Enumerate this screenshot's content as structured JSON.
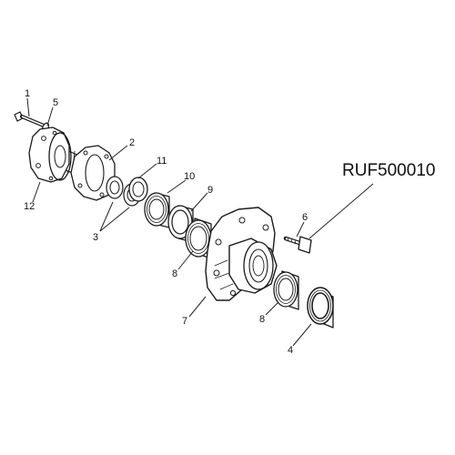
{
  "diagram": {
    "part_number": "RUF500010",
    "callouts": {
      "c1": "1",
      "c2": "2",
      "c3": "3",
      "c4": "4",
      "c5": "5",
      "c6": "6",
      "c7": "7",
      "c8a": "8",
      "c8b": "8",
      "c9": "9",
      "c10": "10",
      "c11": "11",
      "c12": "12"
    }
  }
}
